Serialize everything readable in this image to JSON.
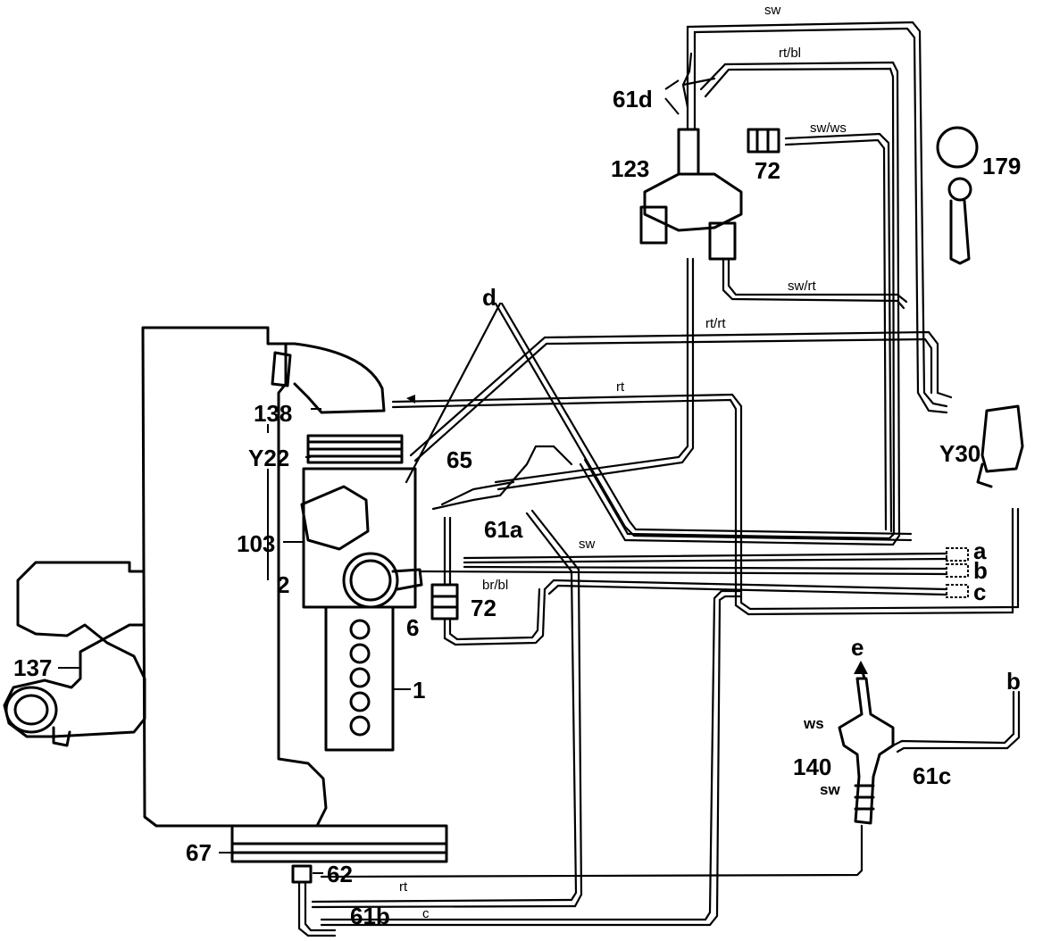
{
  "labels": {
    "l61d": "61d",
    "l123": "123",
    "l72top": "72",
    "l179": "179",
    "ld": "d",
    "l65": "65",
    "l61a": "61a",
    "l138": "138",
    "lY22": "Y22",
    "l103": "103",
    "l2": "2",
    "l6": "6",
    "l72bot": "72",
    "l1": "1",
    "l137": "137",
    "l67": "67",
    "l62": "62",
    "l61b": "61b",
    "lY30": "Y30",
    "la": "a",
    "lb": "b",
    "lc": "c",
    "le": "e",
    "lb2": "b",
    "l140": "140",
    "l61c": "61c"
  },
  "wire_colors": {
    "sw_top": "sw",
    "rtbl": "rt/bl",
    "swws": "sw/ws",
    "swrt": "sw/rt",
    "rtrt": "rt/rt",
    "rt_mid": "rt",
    "sw_mid": "sw",
    "brbl": "br/bl",
    "ws": "ws",
    "sw_140": "sw",
    "rt_bot": "rt",
    "c_bot": "c"
  }
}
